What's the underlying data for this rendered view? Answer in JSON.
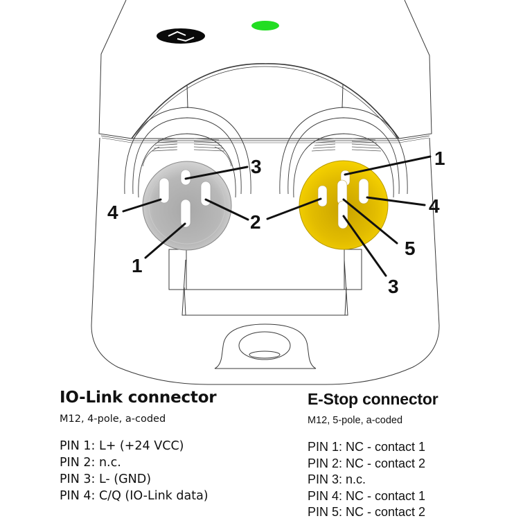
{
  "colors": {
    "iolink_connector": "#bdbdbd",
    "estop_connector": "#f2cf00",
    "status_led": "#22dd22",
    "outline": "#333333",
    "callout": "#111111"
  },
  "device": {
    "status_led": "green",
    "symbol_icon": "io-link-symbol"
  },
  "iolink": {
    "title": "IO-Link connector",
    "subtitle": "M12, 4-pole, a-coded",
    "callouts": [
      "1",
      "2",
      "3",
      "4"
    ],
    "pins": [
      "PIN 1: L+ (+24 VCC)",
      "PIN 2: n.c.",
      "PIN 3: L- (GND)",
      "PIN 4: C/Q (IO-Link data)"
    ]
  },
  "estop": {
    "title": "E-Stop connector",
    "subtitle": "M12, 5-pole, a-coded",
    "callouts": [
      "1",
      "2",
      "3",
      "4",
      "5"
    ],
    "pins": [
      "PIN 1: NC - contact 1",
      "PIN 2: NC - contact 2",
      "PIN 3: n.c.",
      "PIN 4: NC - contact 1",
      "PIN 5: NC - contact 2"
    ]
  }
}
